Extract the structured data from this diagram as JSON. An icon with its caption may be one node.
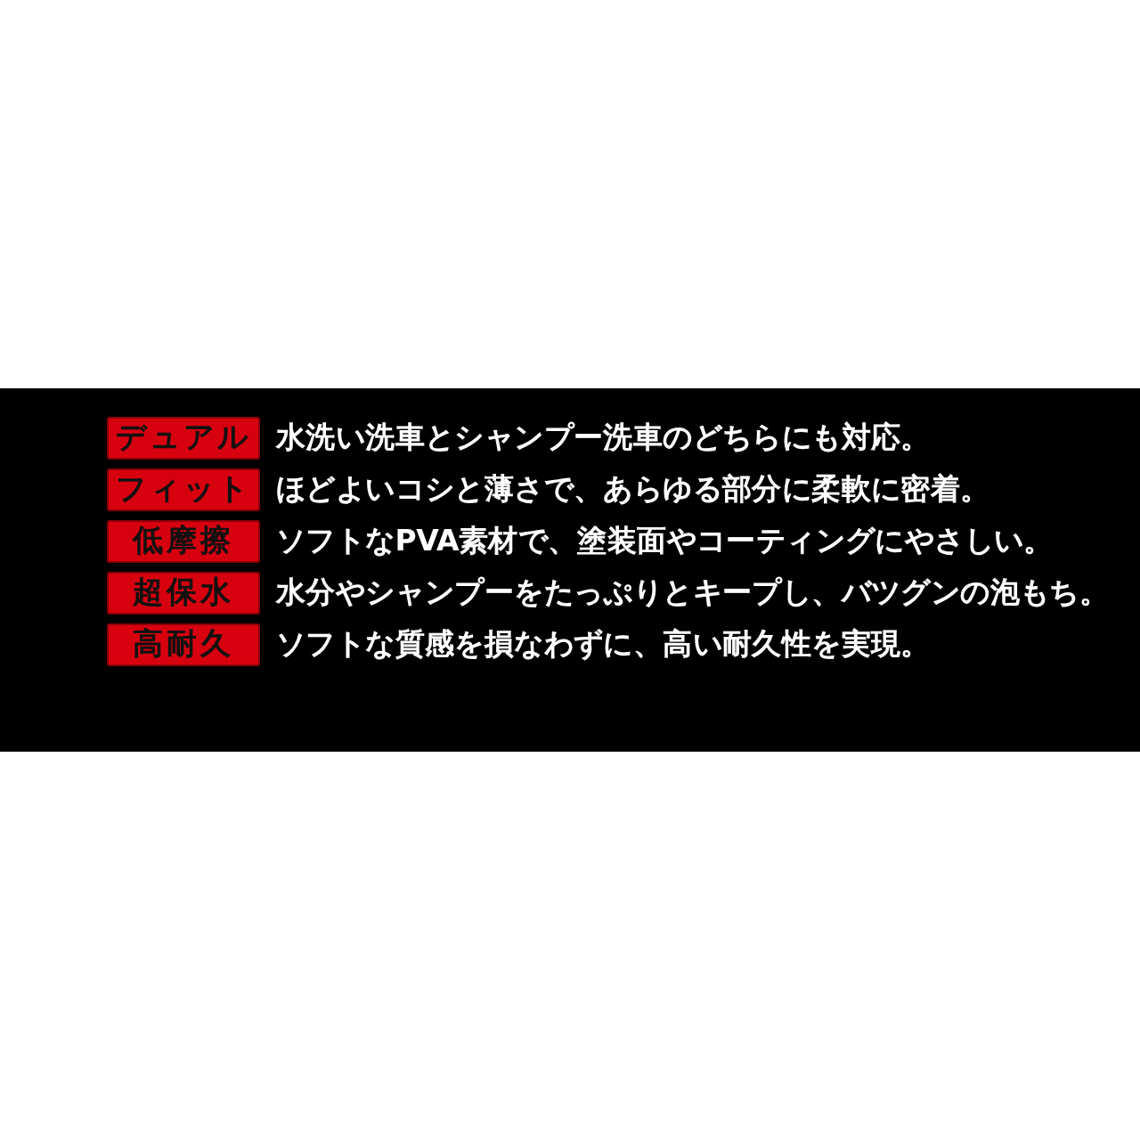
{
  "diagram": {
    "nodes": [
      {
        "text": [
          "デュアル"
        ],
        "beside": [
          "水洗い洗車とシャンプー洗車のどちらにも対応。"
        ]
      },
      {
        "text": [
          "フィット"
        ],
        "beside": [
          "ほどよいコシと薄さで、あらゆる部分に柔軟に密着。"
        ]
      },
      {
        "text": [
          "低摩擦"
        ],
        "beside": [
          "ソフトなPVA素材で、塗装面やコーティングにやさしい。"
        ]
      },
      {
        "text": [
          "超保水"
        ],
        "beside": [
          "水分やシャンプーをたっぷりとキープし、バツグンの泡もち。"
        ]
      },
      {
        "text": [
          "高耐久"
        ],
        "beside": [
          "ソフトな質感を損なわずに、高い耐久性を実現。"
        ]
      }
    ]
  }
}
